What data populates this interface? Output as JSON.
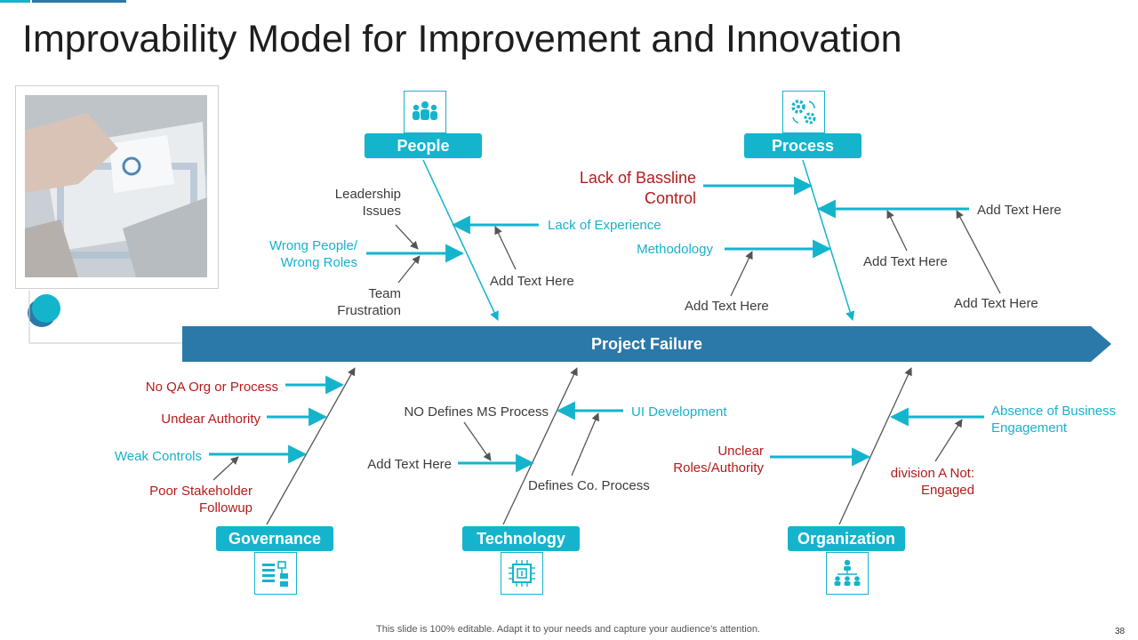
{
  "slide": {
    "title": "Improvability Model for Improvement and Innovation",
    "footer": "This slide is 100% editable. Adapt it to your needs and capture your audience's attention.",
    "page_number": "38"
  },
  "colors": {
    "cyan": "#14b4cc",
    "blue": "#2b79a8",
    "red": "#b51b1b",
    "gray": "#3c3c3c"
  },
  "spine": {
    "label": "Project Failure"
  },
  "categories": {
    "people": {
      "label": "People",
      "icon": "people-group-icon"
    },
    "process": {
      "label": "Process",
      "icon": "gears-icon"
    },
    "governance": {
      "label": "Governance",
      "icon": "flowchart-icon"
    },
    "technology": {
      "label": "Technology",
      "icon": "cpu-chip-icon"
    },
    "organization": {
      "label": "Organization",
      "icon": "org-chart-icon"
    }
  },
  "causes": {
    "people": {
      "leadership": "Leadership\nIssues",
      "wrong_people": "Wrong People/\nWrong Roles",
      "team": "Team\nFrustration",
      "lack_experience": "Lack of Experience",
      "add_text": "Add Text Here"
    },
    "process": {
      "bassline": "Lack of Bassline\nControl",
      "methodology": "Methodology",
      "add_text_1": "Add Text Here",
      "add_text_2": "Add Text Here",
      "add_text_3": "Add Text Here",
      "add_text_4": "Add Text Here"
    },
    "governance": {
      "no_qa": "No QA Org or Process",
      "undear": "Undear Authority",
      "weak": "Weak Controls",
      "poor": "Poor Stakeholder\nFollowup"
    },
    "technology": {
      "no_defines": "NO Defines MS Process",
      "ui_dev": "UI Development",
      "add_text": "Add Text Here",
      "defines_co": "Defines Co. Process"
    },
    "organization": {
      "absence": "Absence of Business\nEngagement",
      "unclear": "Unclear\nRoles/Authority",
      "division": "division A Not:\nEngaged"
    }
  }
}
